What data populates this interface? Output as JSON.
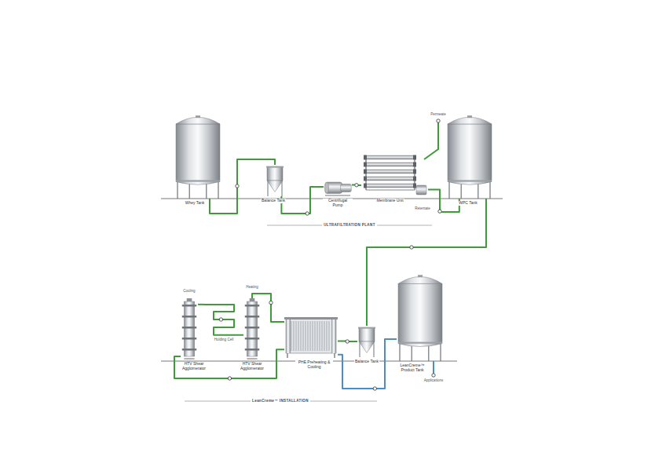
{
  "diagram": {
    "nodes": [
      {
        "text": [
          "Whey Tank"
        ]
      },
      {
        "text": [
          "Balance Tank"
        ]
      },
      {
        "text": [
          "Centrifugal Pump"
        ]
      },
      {
        "text": [
          "Membrane Unit"
        ]
      },
      {
        "text": [
          "WPC Tank"
        ]
      },
      {
        "text": [
          "HTV Shear Agglomerator"
        ]
      },
      {
        "text": [
          "HTV Shear Agglomerator"
        ]
      },
      {
        "text": [
          "PHE Preheating & Cooling"
        ]
      },
      {
        "text": [
          "Balance Tank"
        ]
      },
      {
        "text": [
          "LeanCreme™ Product Tank"
        ]
      }
    ],
    "edges": [
      {
        "from": 0,
        "to": 1,
        "arrow": "none"
      },
      {
        "from": 1,
        "to": 2,
        "arrow": "none"
      },
      {
        "from": 2,
        "to": 3,
        "arrow": "none"
      },
      {
        "from": 3,
        "to": 4,
        "arrow": "none"
      },
      {
        "from": 4,
        "to": 8,
        "arrow": "none"
      },
      {
        "from": 8,
        "to": 7,
        "arrow": "none"
      },
      {
        "from": 7,
        "to": 6,
        "arrow": "none"
      },
      {
        "from": 6,
        "to": 5,
        "arrow": "none"
      },
      {
        "from": 5,
        "to": 7,
        "arrow": "none"
      },
      {
        "from": 7,
        "to": 9,
        "arrow": "none"
      }
    ],
    "labels": [
      "Permeate",
      "Retentate",
      "ULTRAFILTRATION PLANT",
      "Cooling",
      "Heating",
      "Holding Cell",
      "Applications",
      "LeanCreme™ INSTALLATION"
    ]
  }
}
